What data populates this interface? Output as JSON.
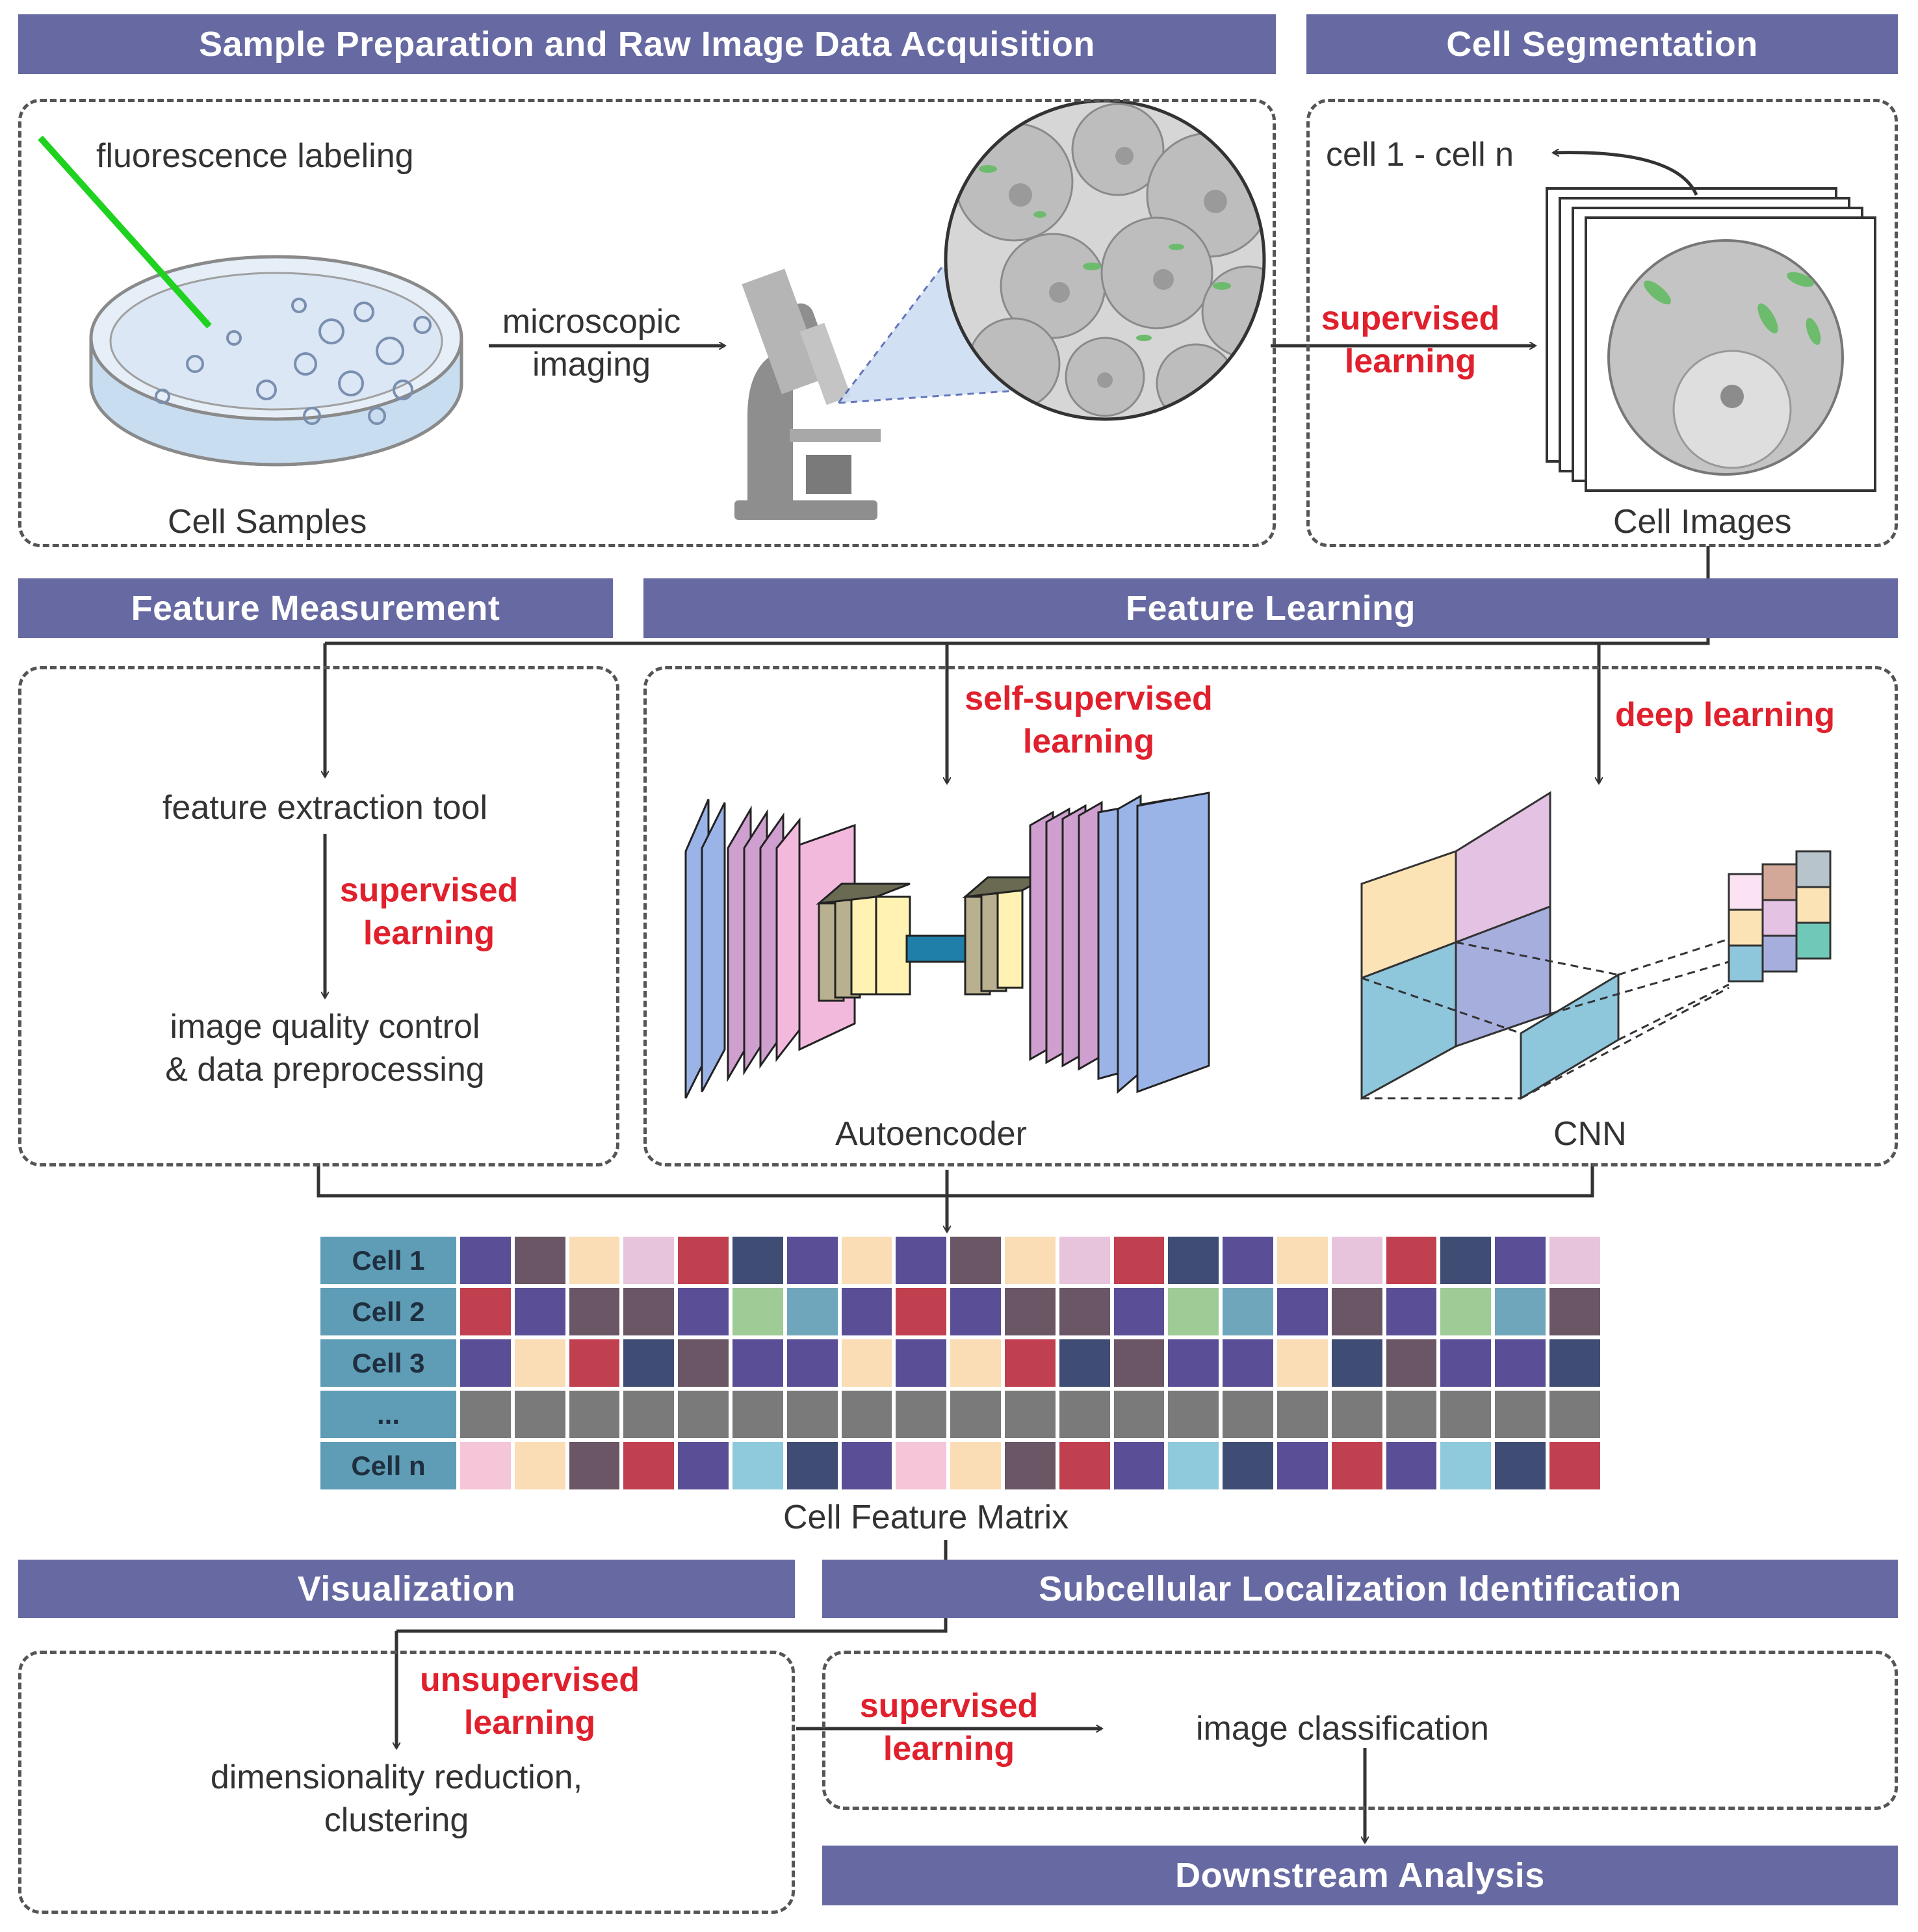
{
  "sections": {
    "acquisition": "Sample Preparation and Raw Image Data Acquisition",
    "segmentation": "Cell Segmentation",
    "measurement": "Feature Measurement",
    "learning": "Feature Learning",
    "visualization": "Visualization",
    "localization": "Subcellular Localization Identification",
    "downstream": "Downstream Analysis"
  },
  "labels": {
    "fluorescence": "fluorescence labeling",
    "cell_samples": "Cell Samples",
    "microscopic_1": "microscopic",
    "microscopic_2": "imaging",
    "seg_sup_1": "supervised",
    "seg_sup_2": "learning",
    "cell_range": "cell 1 - cell n",
    "cell_images": "Cell Images",
    "feature_tool": "feature extraction tool",
    "fm_sup_1": "supervised",
    "fm_sup_2": "learning",
    "quality_1": "image quality control",
    "quality_2": "& data preprocessing",
    "self_sup_1": "self-supervised",
    "self_sup_2": "learning",
    "deep": "deep learning",
    "autoencoder": "Autoencoder",
    "cnn": "CNN",
    "matrix_caption": "Cell Feature Matrix",
    "unsup_1": "unsupervised",
    "unsup_2": "learning",
    "dimred_1": "dimensionality reduction,",
    "dimred_2": "clustering",
    "loc_sup_1": "supervised",
    "loc_sup_2": "learning",
    "classification": "image classification"
  },
  "matrix": {
    "row_labels": [
      "Cell 1",
      "Cell 2",
      "Cell 3",
      "...",
      "Cell n"
    ],
    "palette": {
      "P": "#5a4f96",
      "M": "#6a5664",
      "Y": "#faddb4",
      "K": "#e8c4dc",
      "R": "#c1404f",
      "N": "#3f4c74",
      "G": "#9fcc96",
      "T": "#6fa6bc",
      "L": "#8fc9dc",
      "H": "#f5c6d8",
      "S": "#7a7a7a"
    },
    "rows": [
      "PMYKRNPYPMYKRNPYKRNPK",
      "RPMMPGTPRPMMPGTPMPGTM",
      "PYRNMPPYPYRNMPPYNMPPN",
      "SSSSSSSSSSSSSSSSSSSSS",
      "HYMRPLNPHYMRPLNPRPLNR"
    ]
  },
  "colors": {
    "header_bg": "#676aa2",
    "accent_red": "#e0202c",
    "arrow_green": "#1fd21f"
  }
}
